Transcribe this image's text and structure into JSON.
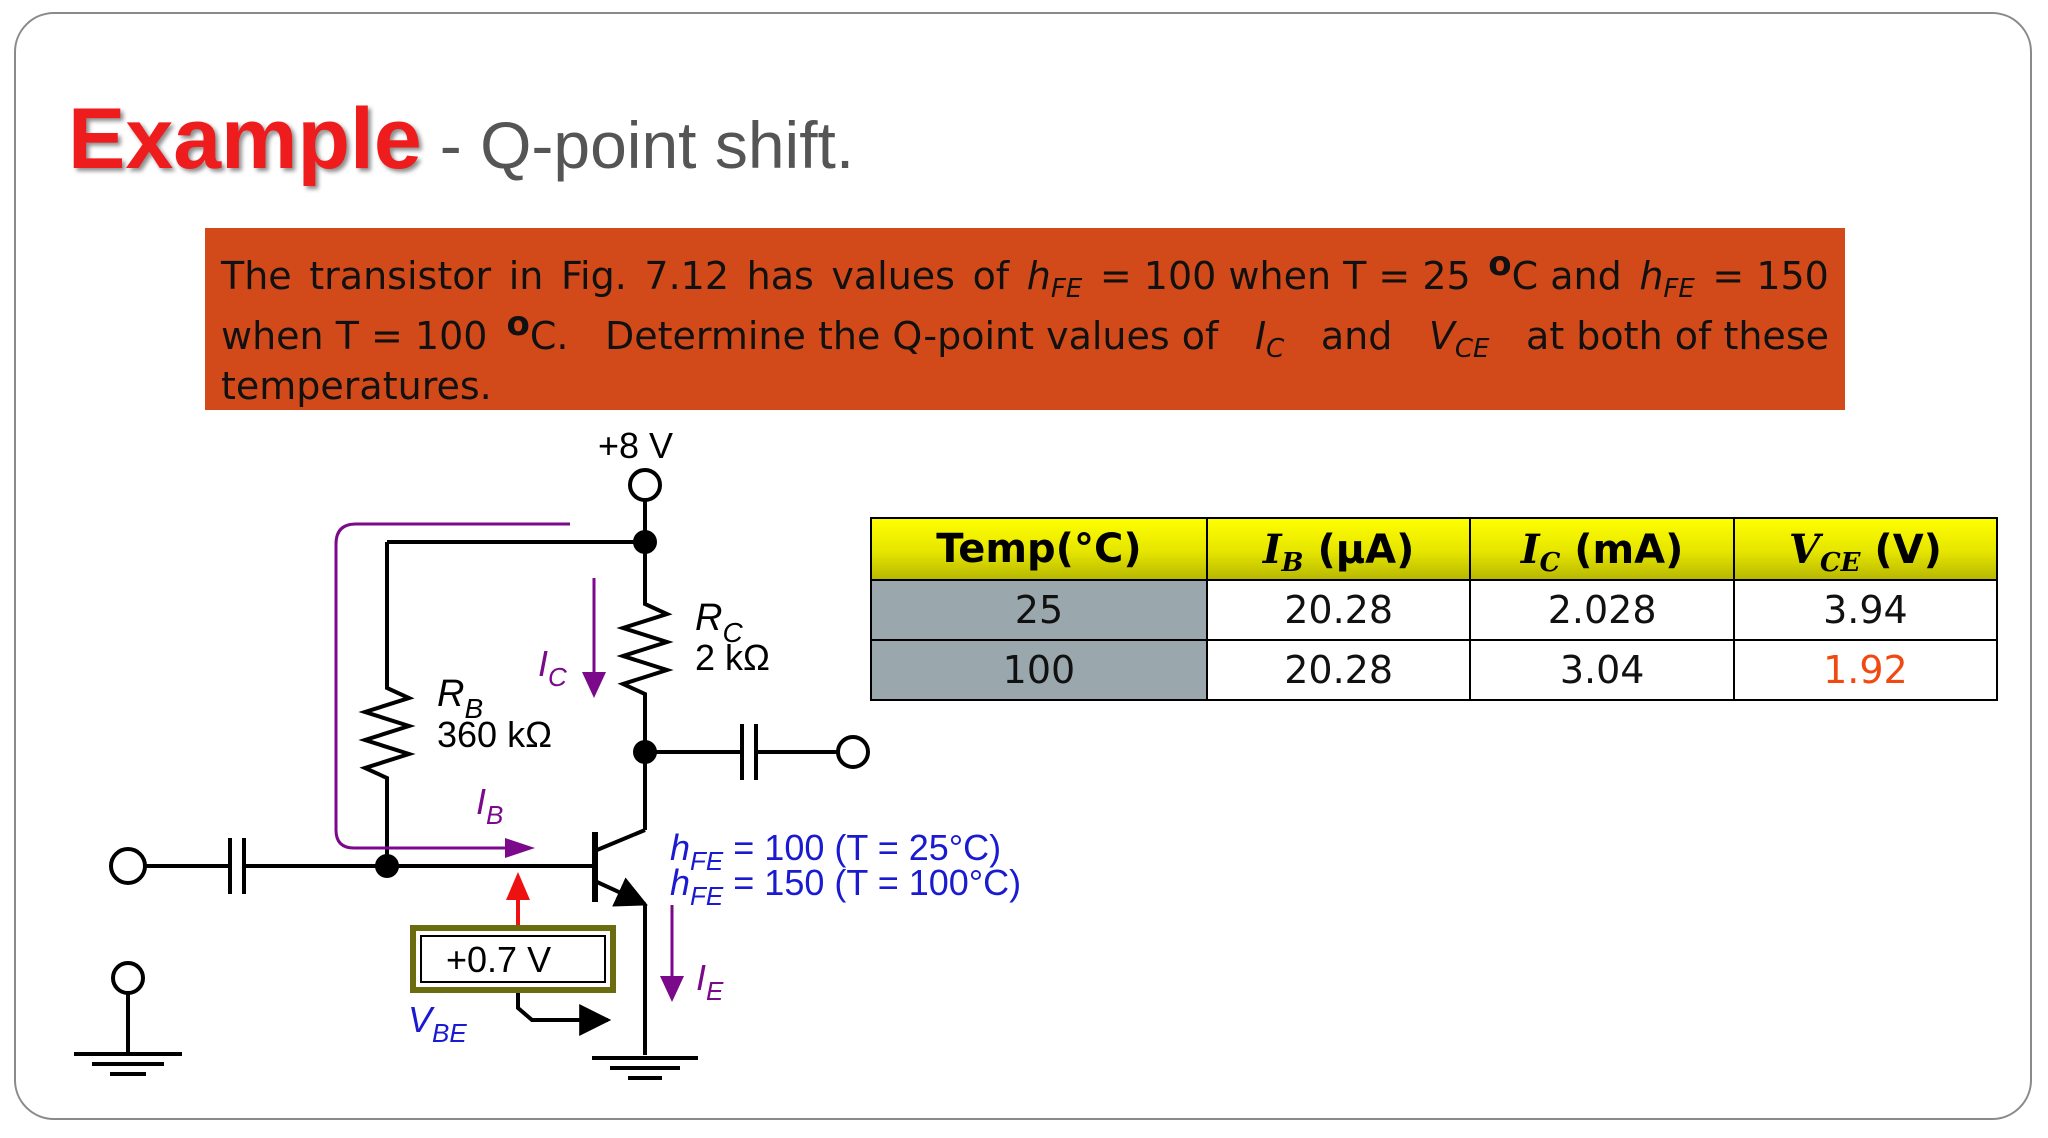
{
  "title": {
    "main": "Example",
    "sub": "- Q-point shift."
  },
  "problem": {
    "line1": [
      "The",
      "transistor",
      "in",
      "Fig.",
      "7.12",
      "has",
      "values",
      "of"
    ],
    "hfe_var": "h",
    "hfe_sub": "FE",
    "eq1": "= 100 when T = 25",
    "deg": "o",
    "and_word": "C and",
    "eq2": "= 150",
    "line2a": "when T = 100",
    "line2b": "C.",
    "line2c": "Determine the Q-point values of",
    "ic_var": "I",
    "ic_sub": "C",
    "and2": "and",
    "vce_var": "V",
    "vce_sub": "CE",
    "line2d": "at both of these",
    "line3": "temperatures."
  },
  "circuit": {
    "vcc": "+8 V",
    "rc_name": "R",
    "rc_sub": "C",
    "rc_value": "2 kΩ",
    "rb_name": "R",
    "rb_sub": "B",
    "rb_value": "360 kΩ",
    "ic_label": "I",
    "ic_sub": "C",
    "ib_label": "I",
    "ib_sub": "B",
    "ie_label": "I",
    "ie_sub": "E",
    "vbe_box": "+0.7 V",
    "vbe_name": "V",
    "vbe_sub": "BE",
    "hfe1_name": "h",
    "hfe1_sub": "FE",
    "hfe1_text": "= 100 (T = 25°C)",
    "hfe2_name": "h",
    "hfe2_sub": "FE",
    "hfe2_text": "= 150 (T = 100°C)",
    "colors": {
      "current": "#7a0a8a",
      "annotation": "#1a1ad0",
      "vbe_arrow": "#ee1111",
      "box_border": "#6b6b10"
    }
  },
  "table": {
    "headers": {
      "temp": "Temp(°C)",
      "ib_var": "I",
      "ib_sub": "B",
      "ib_unit": "(μA)",
      "ic_var": "I",
      "ic_sub": "C",
      "ic_unit": "(mA)",
      "vce_var": "V",
      "vce_sub": "CE",
      "vce_unit": "(V)"
    },
    "rows": [
      [
        "25",
        "20.28",
        "2.028",
        "3.94"
      ],
      [
        "100",
        "20.28",
        "3.04",
        "1.92"
      ]
    ],
    "colors": {
      "header": "#ffff00",
      "temp_cell": "#9aa7ac",
      "highlight": "#f04a12"
    }
  }
}
